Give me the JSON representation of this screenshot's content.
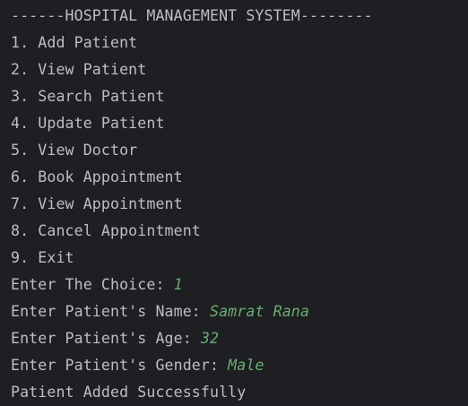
{
  "console": {
    "header": "------HOSPITAL MANAGEMENT SYSTEM--------",
    "menu": [
      "1. Add Patient",
      "2. View Patient",
      "3. Search Patient",
      "4. Update Patient",
      "5. View Doctor",
      "6. Book Appointment",
      "7. View Appointment",
      "8. Cancel Appointment",
      "9. Exit"
    ],
    "prompts": [
      {
        "label": "Enter The Choice: ",
        "value": "1"
      },
      {
        "label": "Enter Patient's Name: ",
        "value": "Samrat Rana"
      },
      {
        "label": "Enter Patient's Age: ",
        "value": "32"
      },
      {
        "label": "Enter Patient's Gender: ",
        "value": "Male"
      }
    ],
    "result": "Patient Added Successfully"
  },
  "colors": {
    "background": "#1e1f22",
    "text": "#bcbec4",
    "input": "#6aab73"
  }
}
